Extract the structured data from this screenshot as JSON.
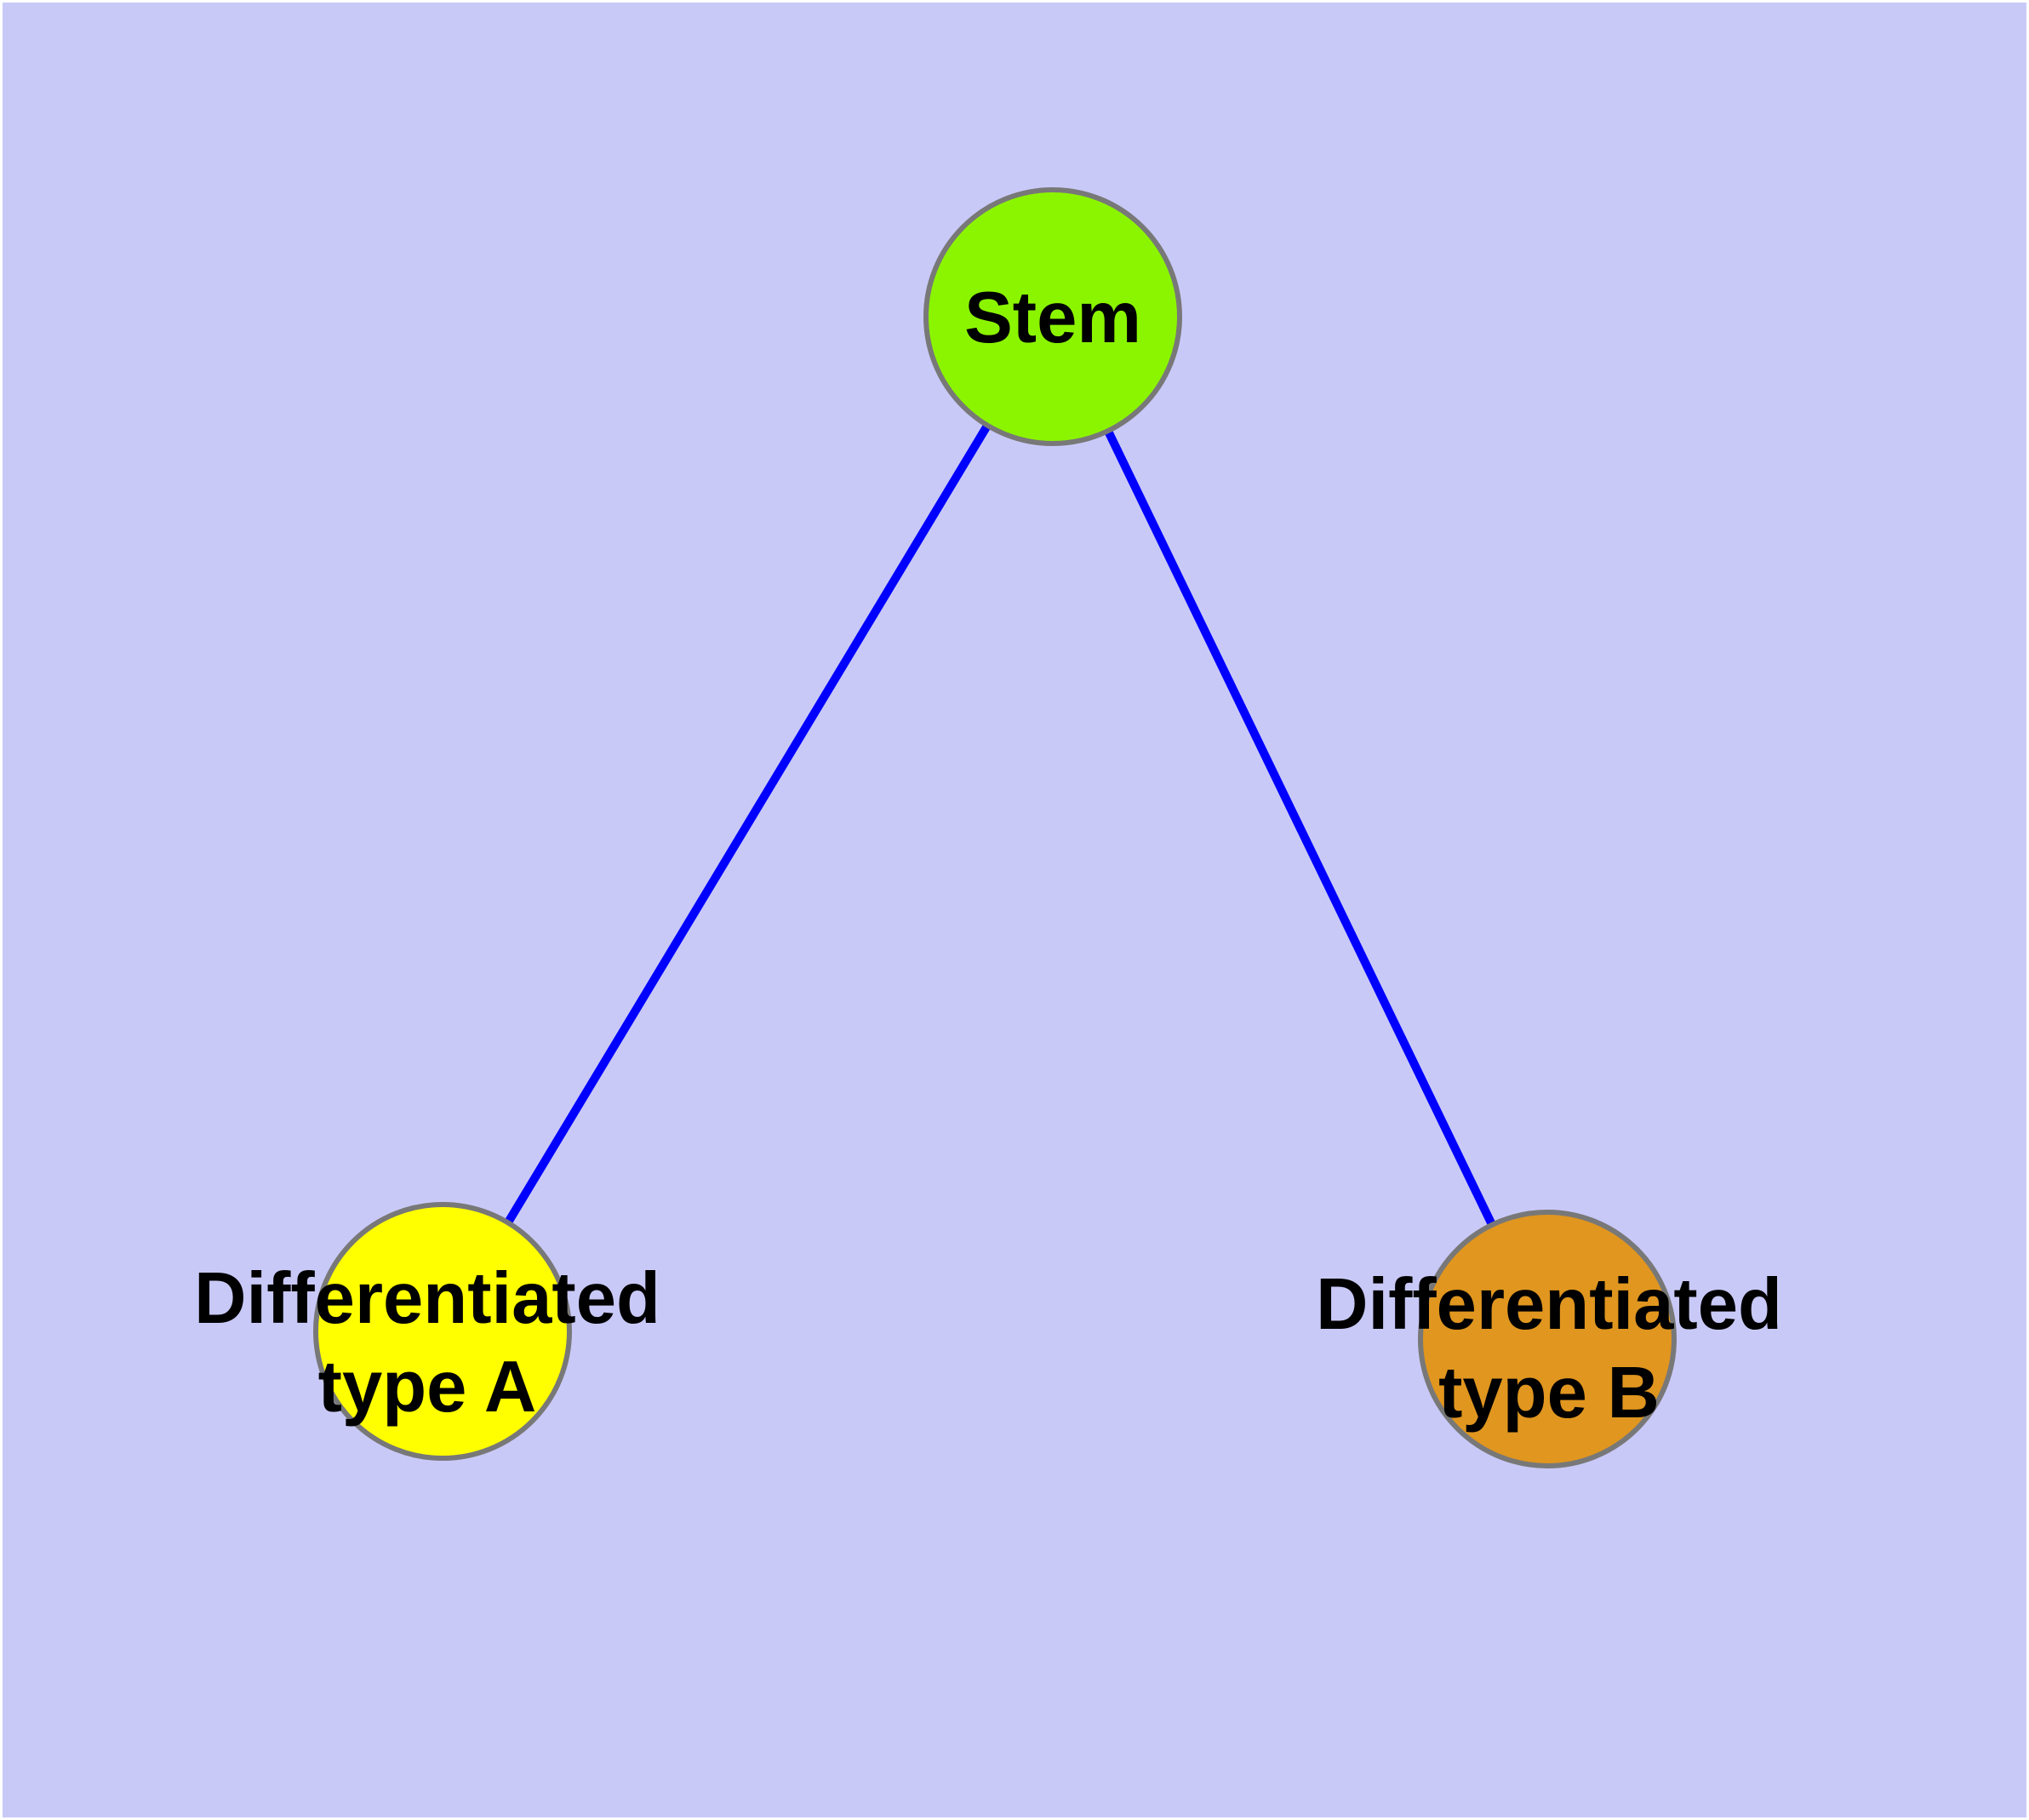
{
  "canvas": {
    "background_color": "#C9C9F8",
    "margin_color": "#FFFFFF"
  },
  "graph": {
    "type": "node-link-diagram",
    "node_border_color": "#787878",
    "edge_color": "#0000FF",
    "label_color": "#000000",
    "nodes": [
      {
        "id": "stem",
        "label": "Stem",
        "fill": "#8BF500"
      },
      {
        "id": "differentiated-type-a",
        "label": "Differentiated\ntype A",
        "fill": "#FFFF00"
      },
      {
        "id": "differentiated-type-b",
        "label": "Differentiated\ntype B",
        "fill": "#E0961F"
      }
    ],
    "edges": [
      {
        "from": "stem",
        "to": "differentiated-type-a"
      },
      {
        "from": "stem",
        "to": "differentiated-type-b"
      }
    ]
  }
}
